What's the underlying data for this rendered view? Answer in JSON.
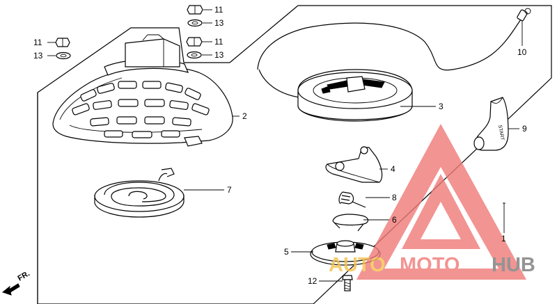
{
  "callouts": {
    "n1": "1",
    "n2": "2",
    "n3": "3",
    "n4": "4",
    "n5": "5",
    "n6": "6",
    "n7": "7",
    "n8": "8",
    "n9": "9",
    "n10": "10",
    "n11a": "11",
    "n11b": "11",
    "n11c": "11",
    "n12": "12",
    "n13a": "13",
    "n13b": "13",
    "n13c": "13"
  },
  "direction_marker": "FR.",
  "knob_text": "START",
  "watermark": {
    "part1": "AUTO",
    "part2": "MOTO",
    "part3": "HUB",
    "color_primary": "#f07a78",
    "color_accent": "#f5c14a",
    "color_dark": "#7a7a7a"
  }
}
